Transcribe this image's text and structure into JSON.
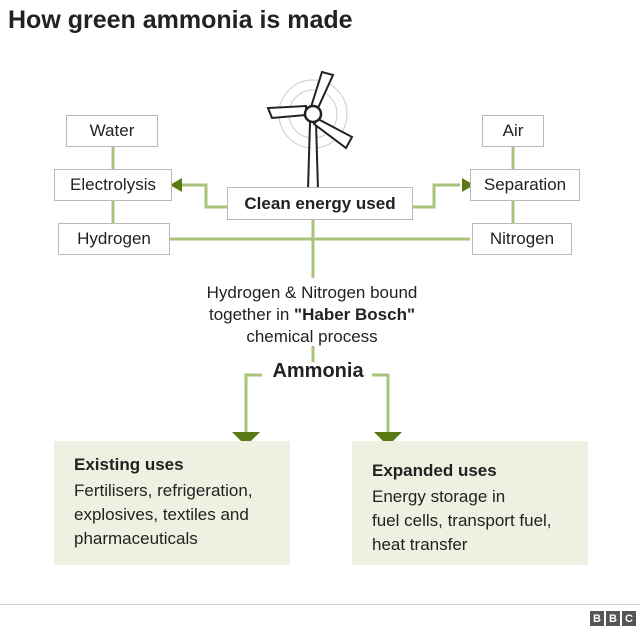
{
  "title": "How green ammonia is made",
  "nodes": {
    "water": "Water",
    "electrolysis": "Electrolysis",
    "hydrogen": "Hydrogen",
    "clean_energy": "Clean energy used",
    "air": "Air",
    "separation": "Separation",
    "nitrogen": "Nitrogen"
  },
  "process": {
    "line1": "Hydrogen & Nitrogen bound",
    "line2_prefix": "together in",
    "line2_bold": "\"Haber Bosch\"",
    "line3": "chemical process"
  },
  "ammonia": "Ammonia",
  "uses": {
    "existing": {
      "title": "Existing uses",
      "lines": [
        "Fertilisers, refrigeration,",
        "explosives, textiles and",
        "pharmaceuticals"
      ]
    },
    "expanded": {
      "title": "Expanded uses",
      "lines": [
        "Energy storage in",
        "fuel cells, transport fuel,",
        "heat transfer"
      ]
    }
  },
  "brand": [
    "B",
    "B",
    "C"
  ],
  "colors": {
    "connector": "#a8c47a",
    "arrow": "#5a7a14",
    "box_border": "#b9b9b9",
    "panel_bg": "#eef1e2"
  }
}
